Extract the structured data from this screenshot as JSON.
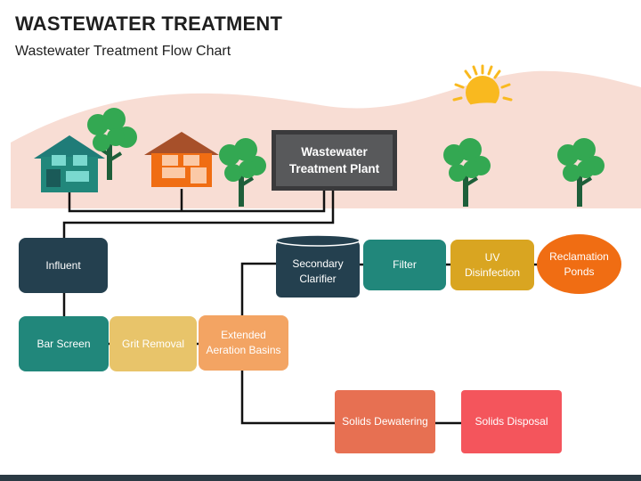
{
  "header": {
    "title": "WASTEWATER TREATMENT",
    "subtitle": "Wastewater Treatment Flow Chart"
  },
  "plant": {
    "label": "Wastewater Treatment Plant"
  },
  "nodes": {
    "influent": "Influent",
    "bar_screen": "Bar Screen",
    "grit_removal": "Grit Removal",
    "aeration": "Extended Aeration Basins",
    "secondary_clarifier": "Secondary Clarifier",
    "filter": "Filter",
    "uv_disinfection": "UV Disinfection",
    "reclamation_ponds": "Reclamation Ponds",
    "solids_dewatering": "Solids Dewatering",
    "solids_disposal": "Solids Disposal"
  },
  "colors": {
    "dark_teal": "#24404f",
    "teal": "#21877b",
    "yellow": "#e8c46a",
    "light_orange": "#f3a463",
    "gold": "#d9a521",
    "orange": "#f06d13",
    "coral": "#e77052",
    "red": "#f4555c",
    "gray": "#58595b",
    "hills": "#f8ddd4",
    "tree_green": "#33a852",
    "sun": "#f9b91f"
  },
  "icons": [
    "house-icon",
    "tree-icon",
    "sun-icon",
    "clarifier-tank-icon"
  ]
}
